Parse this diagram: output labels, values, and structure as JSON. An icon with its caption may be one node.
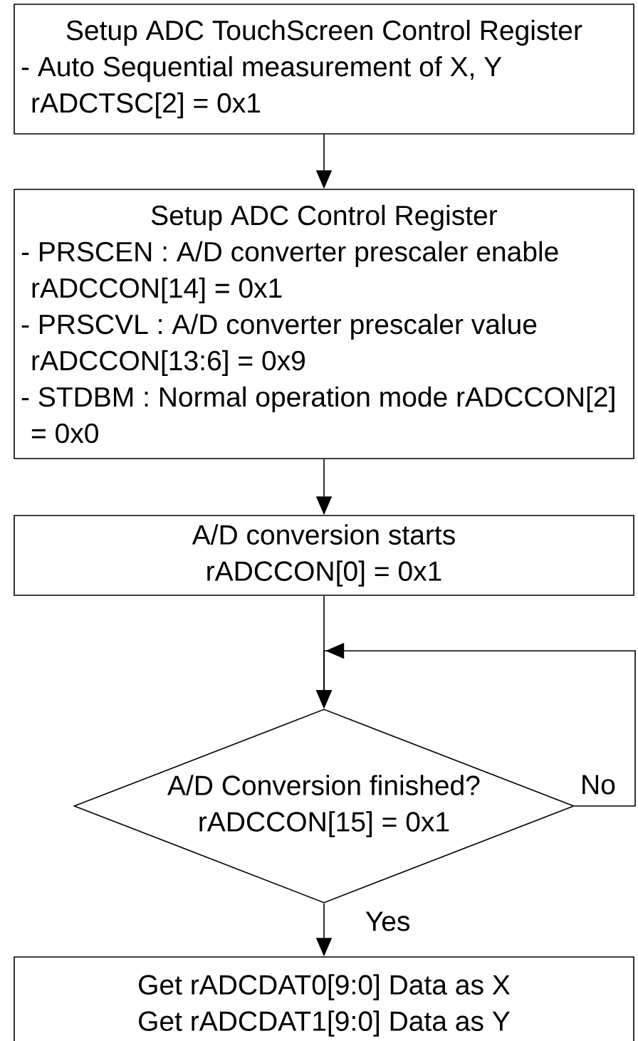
{
  "diagram": {
    "nodes": [
      {
        "text": [
          "Setup ADC TouchScreen Control Register",
          "- Auto Sequential measurement of X, Y rADCTSC[2] = 0x1"
        ]
      },
      {
        "text": [
          "Setup ADC Control Register",
          "- PRSCEN : A/D converter prescaler enable rADCCON[14] = 0x1",
          "- PRSCVL : A/D converter prescaler value rADCCON[13:6] = 0x9",
          "- STDBM : Normal operation mode rADCCON[2] = 0x0"
        ]
      },
      {
        "text": [
          "A/D conversion starts",
          "rADCCON[0] = 0x1"
        ]
      },
      {
        "text": [
          "A/D Conversion finished?",
          "rADCCON[15] = 0x1"
        ]
      },
      {
        "text": [
          "Get rADCDAT0[9:0] Data as X",
          "Get rADCDAT1[9:0] Data as Y"
        ]
      }
    ],
    "edges": [
      {
        "from": 0,
        "to": 1,
        "arrow": "to"
      },
      {
        "from": 1,
        "to": 2,
        "arrow": "to"
      },
      {
        "from": 2,
        "to": 3,
        "arrow": "to"
      },
      {
        "from": 3,
        "to": 3,
        "arrow": "to",
        "label": "No"
      },
      {
        "from": 3,
        "to": 4,
        "arrow": "to",
        "label": "Yes"
      }
    ]
  }
}
